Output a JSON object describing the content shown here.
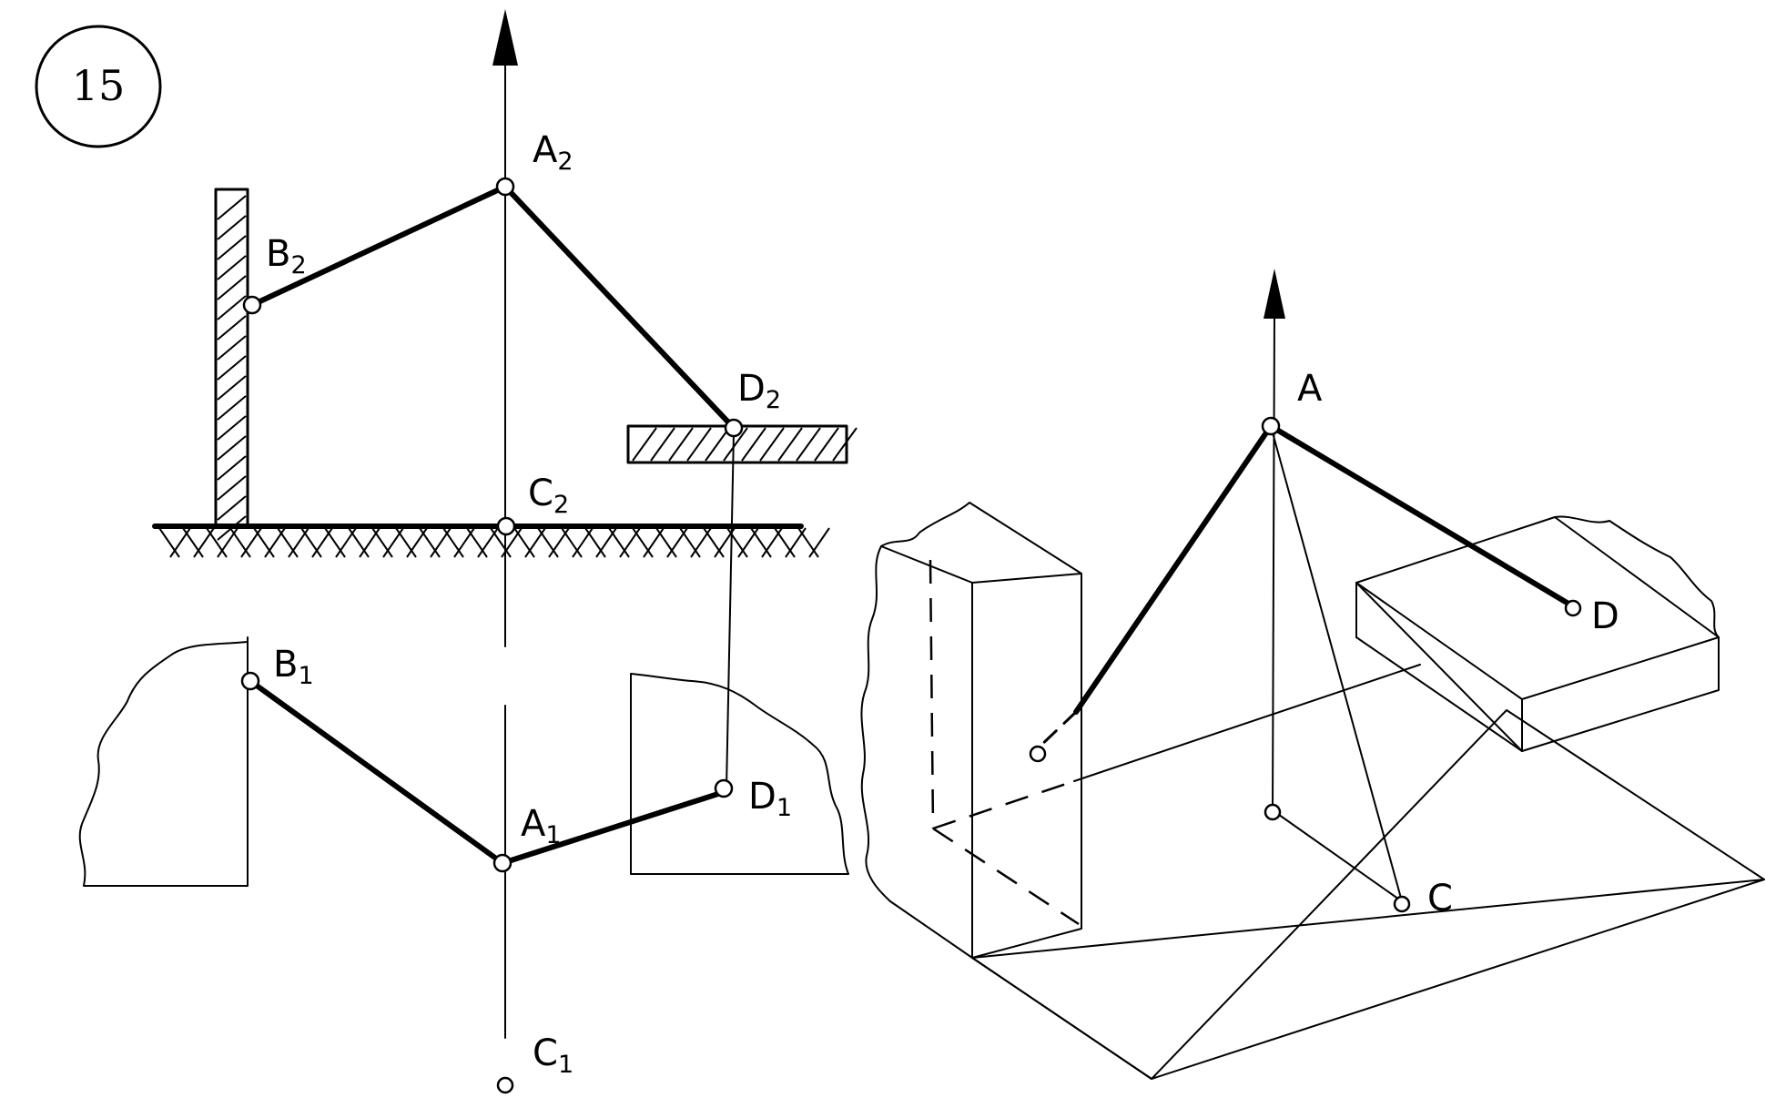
{
  "figure_number": "15",
  "left_view": {
    "labels": {
      "A2": {
        "main": "A",
        "sub": "2"
      },
      "B2": {
        "main": "B",
        "sub": "2"
      },
      "C2": {
        "main": "C",
        "sub": "2"
      },
      "D2": {
        "main": "D",
        "sub": "2"
      },
      "A1": {
        "main": "A",
        "sub": "1"
      },
      "B1": {
        "main": "B",
        "sub": "1"
      },
      "C1": {
        "main": "C",
        "sub": "1"
      },
      "D1": {
        "main": "D",
        "sub": "1"
      }
    }
  },
  "right_view": {
    "labels": {
      "A": "A",
      "C": "C",
      "D": "D"
    }
  }
}
